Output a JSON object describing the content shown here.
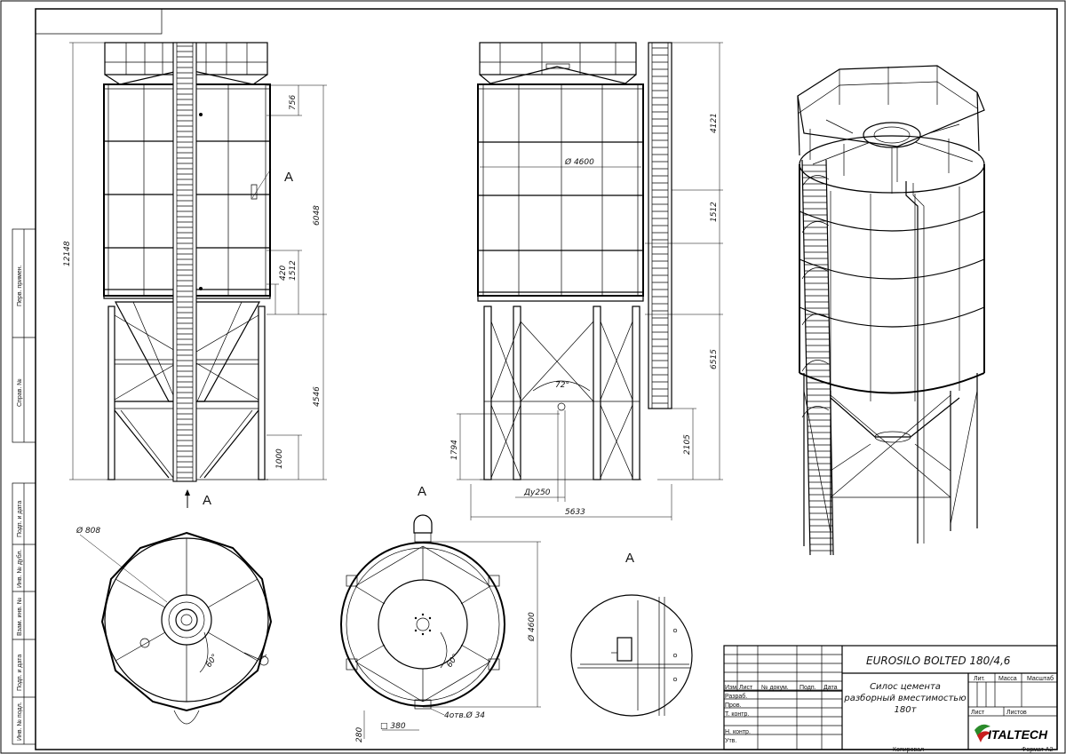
{
  "side_stamp": {
    "fields": [
      "Перв. примен.",
      "Справ. №",
      "Подп. и дата",
      "Инв. № дубл.",
      "Взам. инв. №",
      "Подп. и дата",
      "Инв. № подл."
    ]
  },
  "views": {
    "front": {
      "dimensions": {
        "total_height": "12148",
        "top": "756",
        "mid": "6048",
        "ring": "1512",
        "small": "420",
        "legs": "4546",
        "base": "1000"
      },
      "callout": "A",
      "arrow_label": "A"
    },
    "side": {
      "dimensions": {
        "diameter": "Ø 4600",
        "top": "4121",
        "ring": "1512",
        "legs": "6515",
        "low": "1794",
        "outlet_h": "2105",
        "outlet": "Ду250",
        "width": "5633",
        "angle": "72°"
      }
    },
    "top_plan": {
      "dimensions": {
        "manhole": "Ø 808",
        "angle": "60°"
      }
    },
    "bottom_plan": {
      "title": "A",
      "dimensions": {
        "diameter": "Ø 4600",
        "angle": "60°",
        "holes": "4отв.Ø 34",
        "plate": "□ 380",
        "plate_h": "280"
      }
    },
    "detail": {
      "title": "A"
    }
  },
  "title_block": {
    "product": "EUROSILO BOLTED 180/4,6",
    "name_lines": [
      "Силос цемента",
      "разборный вместимостью",
      "180т"
    ],
    "headers": {
      "lit": "Лит.",
      "mass": "Масса",
      "scale": "Масштаб",
      "sheet": "Лист",
      "sheets": "Листов"
    },
    "row_headers": [
      "Изм.",
      "Лист",
      "№ докум.",
      "Подп.",
      "Дата"
    ],
    "roles": [
      "Разраб.",
      "Пров.",
      "Т. контр.",
      "",
      "Н. контр.",
      "Утв."
    ],
    "logo": "ITALTECH",
    "copied": "Копировал",
    "format": "Формат А2"
  }
}
